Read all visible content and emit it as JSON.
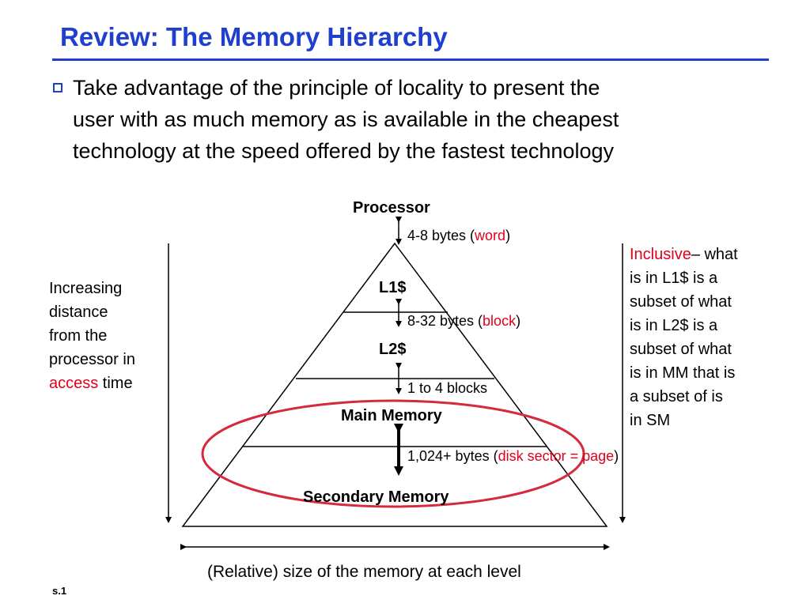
{
  "slide": {
    "title": "Review:  The Memory Hierarchy",
    "bullet_lines": [
      "Take advantage of the principle of locality to present the",
      "user with as much memory as is available in the cheapest",
      "technology at the speed offered by the fastest technology"
    ],
    "footer": "s.1"
  },
  "diagram": {
    "processor_label": "Processor",
    "levels": [
      "L1$",
      "L2$",
      "Main Memory",
      "Secondary  Memory"
    ],
    "transfers": [
      {
        "before": "4-8 bytes (",
        "red": "word",
        "after": ")"
      },
      {
        "before": "8-32 bytes (",
        "red": "block",
        "after": ")"
      },
      {
        "text": "1 to 4 blocks"
      },
      {
        "before": "1,024+ bytes (",
        "red": "disk sector = page",
        "after": ")"
      }
    ],
    "left_note": {
      "lines": [
        "Increasing",
        "distance",
        "from the",
        "processor in"
      ],
      "last_red": "access",
      "last_rest": " time"
    },
    "right_note": {
      "first_red": "Inclusive",
      "first_rest": "– what",
      "lines": [
        "is in L1$ is a",
        "subset of what",
        "is in L2$  is a",
        "subset of what",
        "is in MM that is",
        "a subset of is",
        "in SM"
      ]
    },
    "size_caption": "(Relative) size of the memory at each level",
    "colors": {
      "title": "#1f3fcf",
      "highlight": "#e0001b",
      "ellipse": "#d42a3a"
    }
  }
}
